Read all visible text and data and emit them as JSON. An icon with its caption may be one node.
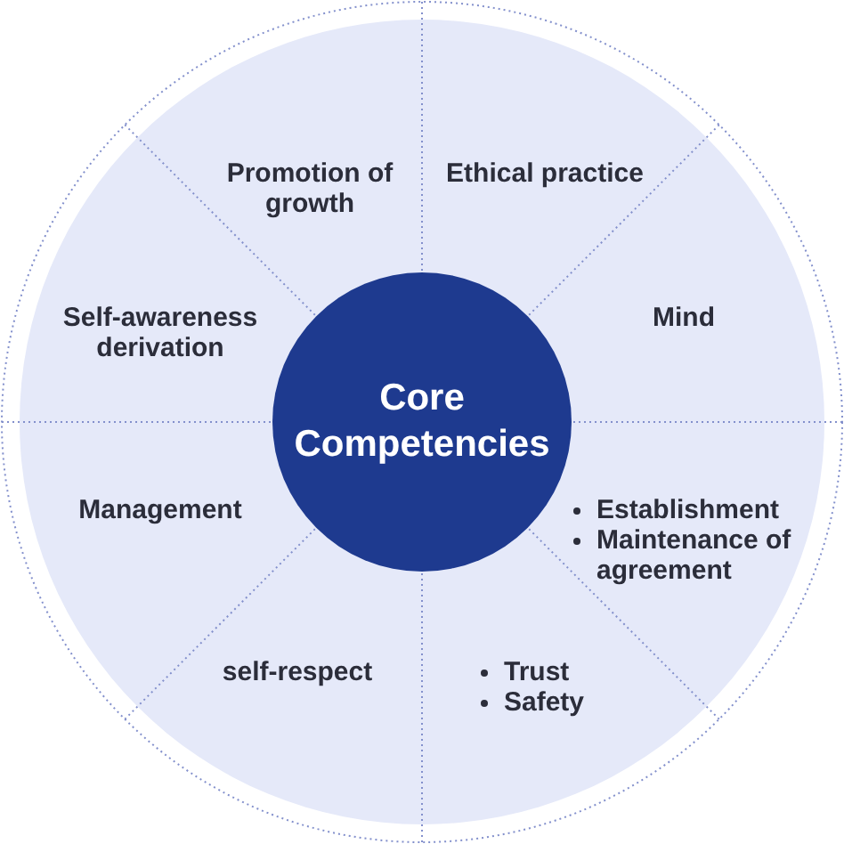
{
  "diagram": {
    "nodes": [
      {
        "text": [
          "Core Competencies"
        ]
      },
      {
        "text": [
          "Promotion of growth"
        ]
      },
      {
        "text": [
          "Ethical practice"
        ]
      },
      {
        "text": [
          "Mind"
        ]
      },
      {
        "text": [
          "Establishment",
          "Maintenance of agreement"
        ]
      },
      {
        "text": [
          "Trust",
          "Safety"
        ]
      },
      {
        "text": [
          "self-respect"
        ]
      },
      {
        "text": [
          "Management"
        ]
      },
      {
        "text": [
          "Self-awareness derivation"
        ]
      }
    ]
  }
}
